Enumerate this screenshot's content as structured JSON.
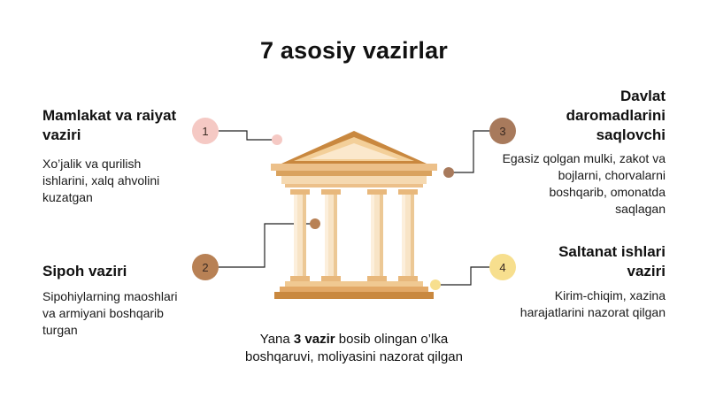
{
  "title": "7 asosiy vazirlar",
  "items": [
    {
      "number": "1",
      "heading": "Mamlakat va raiyat vaziri",
      "desc": "Xo’jalik va qurilish ishlarini, xalq ahvolini kuzatgan",
      "color": "#f5c9c4"
    },
    {
      "number": "2",
      "heading": "Sipoh vaziri",
      "desc": "Sipohiylarning maoshlari va armiyani boshqarib turgan",
      "color": "#b88155"
    },
    {
      "number": "3",
      "heading": "Davlat daromadlarini saqlovchi",
      "desc": "Egasiz qolgan mulki, zakot va bojlarni, chorvalarni boshqarib, omonatda saqlagan",
      "color": "#a87a5c"
    },
    {
      "number": "4",
      "heading": "Saltanat ishlari vaziri",
      "desc": "Kirim-chiqim, xazina harajatlarini nazorat qilgan",
      "color": "#f7df8e"
    }
  ],
  "bottom_note": {
    "before": "Yana ",
    "bold": "3 vazir",
    "after": " bosib olingan o’lka boshqaruvi, moliyasini nazorat qilgan"
  },
  "colors": {
    "temple_light": "#f8e4c6",
    "temple_mid": "#ecc08a",
    "temple_dark": "#c9883f",
    "line": "#222222"
  }
}
